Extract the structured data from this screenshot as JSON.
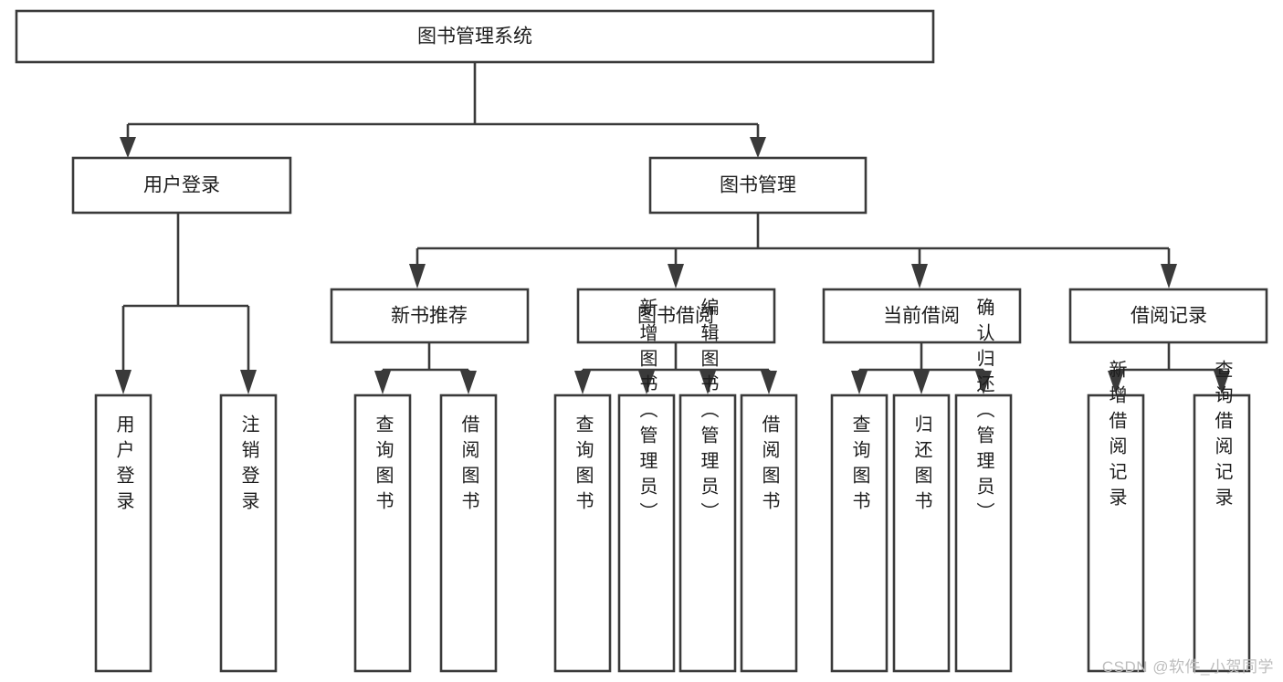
{
  "diagram": {
    "type": "tree-hierarchy",
    "title": "图书管理系统",
    "watermark": "CSDN @软件_小贺同学",
    "colors": {
      "stroke": "#3a3a3a",
      "fill": "#ffffff",
      "text": "#1d1d1d",
      "watermark": "#bdbdbd"
    },
    "levels": {
      "root": {
        "label": "图书管理系统"
      },
      "level2": [
        {
          "label": "用户登录"
        },
        {
          "label": "图书管理"
        }
      ],
      "level3": [
        {
          "label": "新书推荐"
        },
        {
          "label": "图书借阅"
        },
        {
          "label": "当前借阅"
        },
        {
          "label": "借阅记录"
        }
      ]
    },
    "groups": [
      {
        "parent": "用户登录",
        "leaves": [
          {
            "label": "用户登录"
          },
          {
            "label": "注销登录"
          }
        ]
      },
      {
        "parent": "新书推荐",
        "leaves": [
          {
            "label": "查询图书"
          },
          {
            "label": "借阅图书"
          }
        ]
      },
      {
        "parent": "图书借阅",
        "leaves": [
          {
            "label": "查询图书"
          },
          {
            "label": "新增图书（管理员）"
          },
          {
            "label": "编辑图书（管理员）"
          },
          {
            "label": "借阅图书"
          }
        ]
      },
      {
        "parent": "当前借阅",
        "leaves": [
          {
            "label": "查询图书"
          },
          {
            "label": "归还图书"
          },
          {
            "label": "确认归还（管理员）"
          }
        ]
      },
      {
        "parent": "借阅记录",
        "leaves": [
          {
            "label": "新增借阅记录"
          },
          {
            "label": "查询借阅记录"
          }
        ]
      }
    ],
    "nodes": {
      "root": {
        "label": "图书管理系统"
      },
      "user_login": {
        "label": "用户登录"
      },
      "book_manage": {
        "label": "图书管理"
      },
      "new_book_rec": {
        "label": "新书推荐"
      },
      "book_borrow": {
        "label": "图书借阅"
      },
      "current_borrow": {
        "label": "当前借阅"
      },
      "borrow_record": {
        "label": "借阅记录"
      },
      "leaf_user_login": {
        "label": "用户登录"
      },
      "leaf_logout": {
        "label": "注销登录"
      },
      "leaf_query_book_1": {
        "label": "查询图书"
      },
      "leaf_borrow_book_1": {
        "label": "借阅图书"
      },
      "leaf_query_book_2": {
        "label": "查询图书"
      },
      "leaf_add_book": {
        "label": "新增图书（管理员）"
      },
      "leaf_edit_book": {
        "label": "编辑图书（管理员）"
      },
      "leaf_borrow_book_2": {
        "label": "借阅图书"
      },
      "leaf_query_book_3": {
        "label": "查询图书"
      },
      "leaf_return_book": {
        "label": "归还图书"
      },
      "leaf_confirm_return": {
        "label": "确认归还（管理员）"
      },
      "leaf_add_record": {
        "label": "新增借阅记录"
      },
      "leaf_query_record": {
        "label": "查询借阅记录"
      }
    }
  }
}
